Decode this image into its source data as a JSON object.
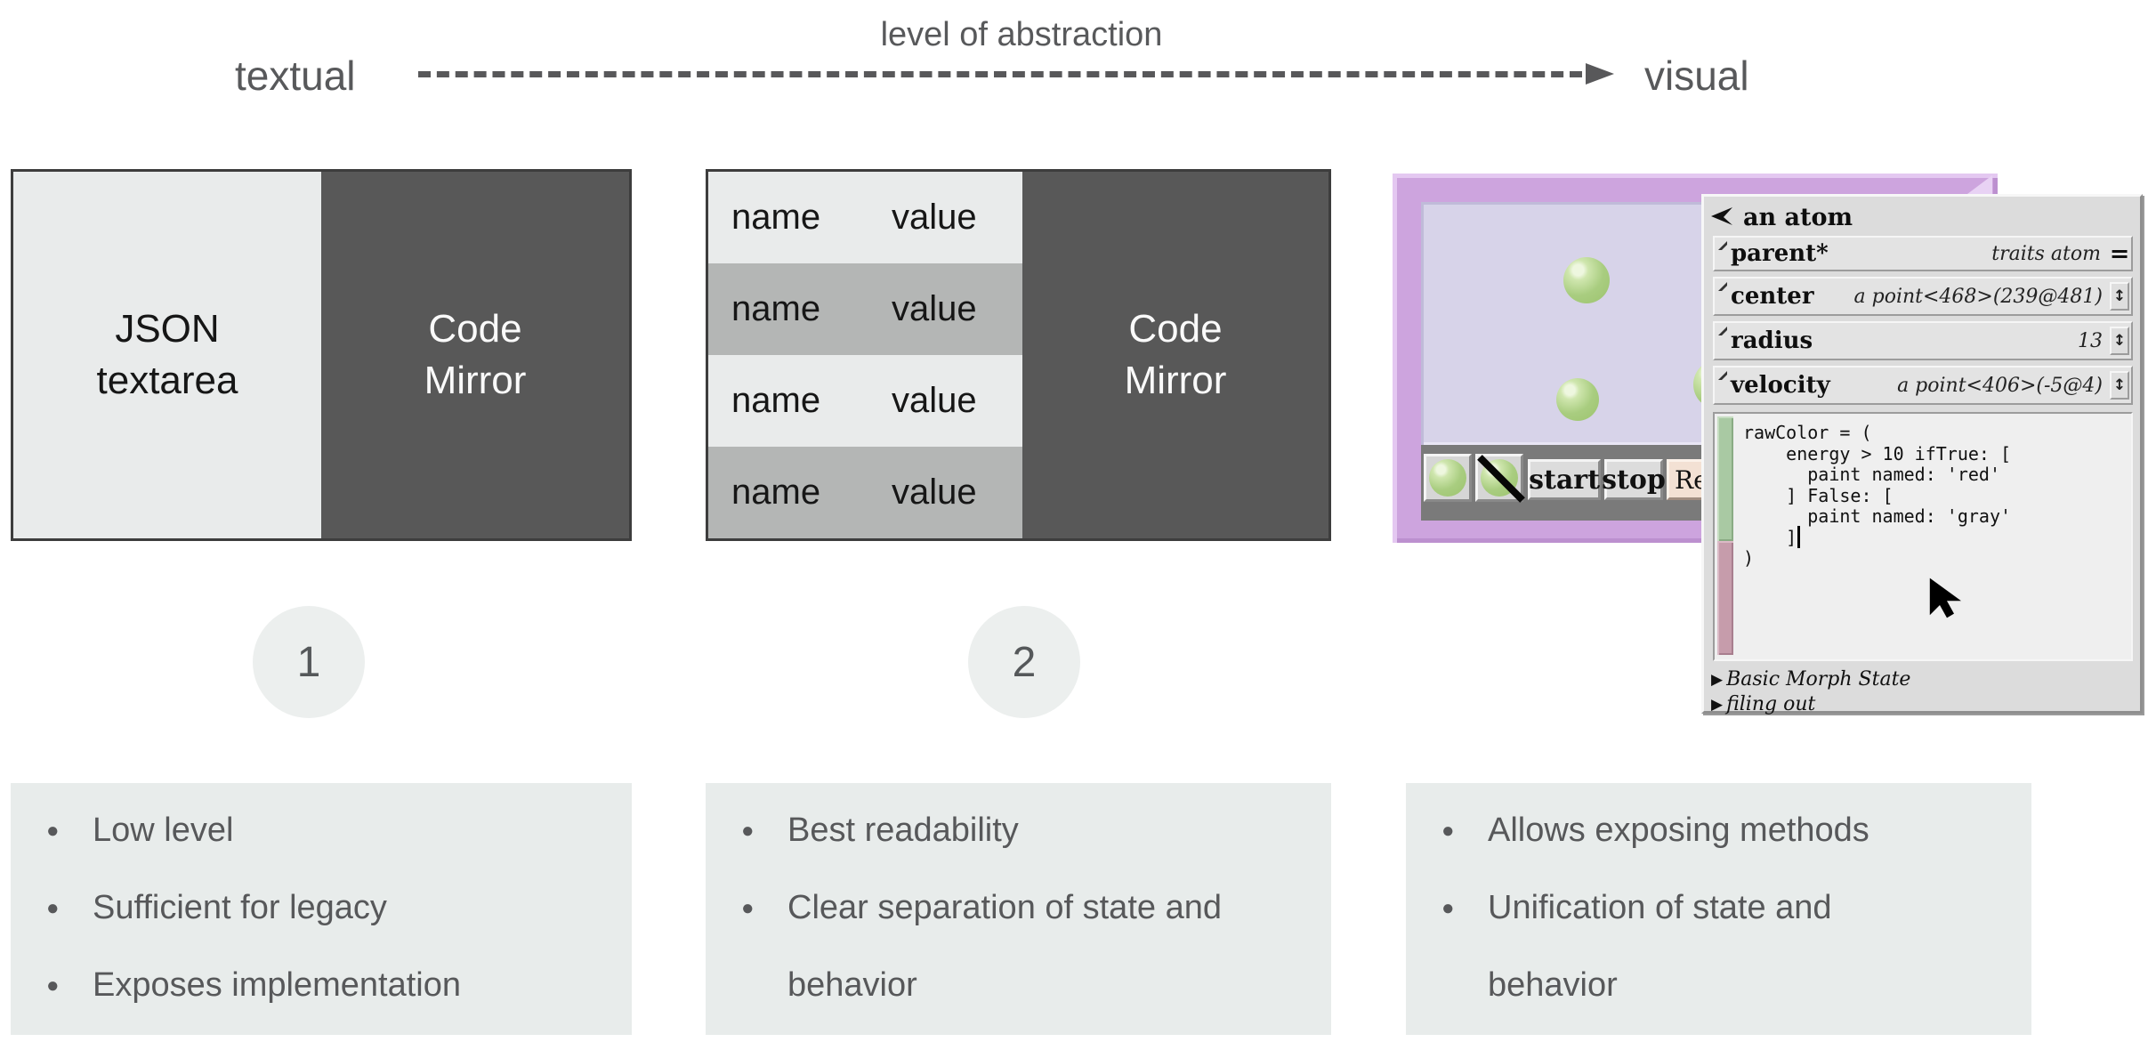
{
  "header": {
    "left_label": "textual",
    "right_label": "visual",
    "arrow_caption": "level of abstraction"
  },
  "icons": {
    "bullet": "●",
    "stepper": "↕",
    "disclosure": "▶"
  },
  "approach1": {
    "number": "1",
    "editor_lines": [
      "JSON",
      "textarea"
    ],
    "right_lines": [
      "Code",
      "Mirror"
    ],
    "bullets": [
      "Low level",
      "Sufficient for legacy",
      "Exposes implementation"
    ]
  },
  "approach2": {
    "number": "2",
    "table_rows": [
      {
        "name": "name",
        "value": "value"
      },
      {
        "name": "name",
        "value": "value"
      },
      {
        "name": "name",
        "value": "value"
      },
      {
        "name": "name",
        "value": "value"
      }
    ],
    "right_lines": [
      "Code",
      "Mirror"
    ],
    "bullets": [
      "Best readability",
      "Clear separation of state and behavior"
    ]
  },
  "approach3": {
    "bullets": [
      "Allows exposing methods",
      "Unification of state and behavior"
    ],
    "toolbar": {
      "start_label": "start",
      "stop_label": "stop",
      "reset_label": "Resi"
    },
    "inspector": {
      "title": "an atom",
      "attributes": [
        {
          "label": "parent*",
          "value": "traits atom",
          "action": "="
        },
        {
          "label": "center",
          "value": "a point<468>(239@481)"
        },
        {
          "label": "radius",
          "value": "13"
        },
        {
          "label": "velocity",
          "value": "a point<406>(-5@4)"
        }
      ],
      "code_lines": [
        "rawColor = (",
        "    energy > 10 ifTrue: [",
        "      paint named: 'red'",
        "    ] False: [",
        "      paint named: 'gray'",
        "    ]",
        ")"
      ],
      "categories": [
        "Basic Morph State",
        "filing out"
      ]
    }
  }
}
